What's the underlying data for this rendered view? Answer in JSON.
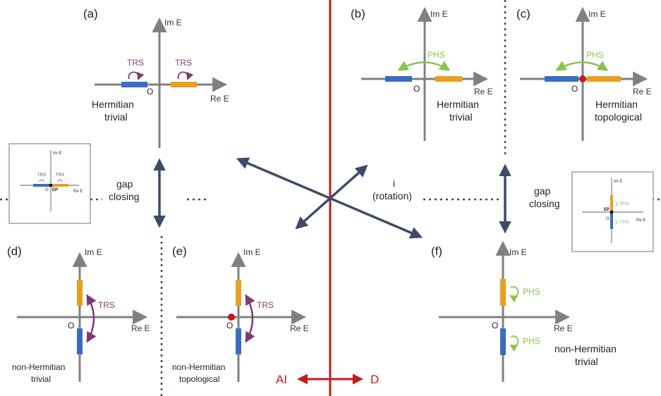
{
  "labels": {
    "axis_im": "Im E",
    "axis_re": "Re E",
    "origin": "O",
    "trs": "TRS",
    "phs": "PHS",
    "ep": "EP"
  },
  "panels": {
    "a": {
      "tag": "(a)",
      "caption": [
        "Hermitian",
        "trivial"
      ]
    },
    "b": {
      "tag": "(b)",
      "caption": [
        "Hermitian",
        "trivial"
      ]
    },
    "c": {
      "tag": "(c)",
      "caption": [
        "Hermitian",
        "topological"
      ]
    },
    "d": {
      "tag": "(d)",
      "caption": [
        "non-Hermitian",
        "trivial"
      ]
    },
    "e": {
      "tag": "(e)",
      "caption": [
        "non-Hermitian",
        "topological"
      ]
    },
    "f": {
      "tag": "(f)",
      "caption": [
        "non-Hermitian",
        "trivial"
      ]
    }
  },
  "transitions": {
    "left_gap": [
      "gap",
      "closing"
    ],
    "right_gap": [
      "gap",
      "closing"
    ],
    "rotation": [
      "i",
      "(rotation)"
    ]
  },
  "classes": {
    "left": "AI",
    "right": "D"
  },
  "colors": {
    "axis": "#808080",
    "blue_band": "#3a6cc4",
    "orange_band": "#e8a020",
    "trs": "#7a3c72",
    "phs": "#8cc34f",
    "arrow": "#3d4b66",
    "divider_red": "#c41a1a",
    "dotted": "#3d4b66",
    "ep_red": "#c41a1a"
  }
}
